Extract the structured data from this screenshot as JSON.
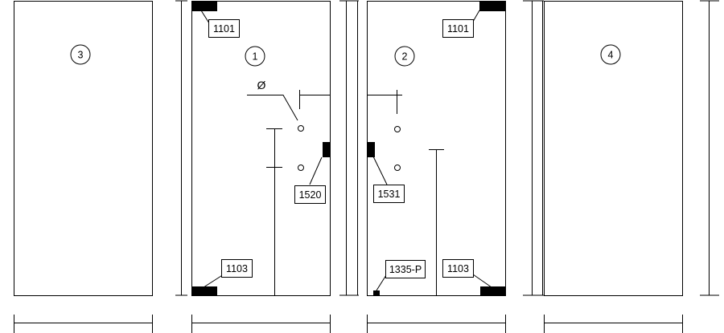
{
  "panels": [
    {
      "number": "3"
    },
    {
      "number": "1"
    },
    {
      "number": "2"
    },
    {
      "number": "4"
    }
  ],
  "callouts": {
    "hinge_top_left": "1101",
    "hinge_top_right": "1101",
    "hinge_bottom_left": "1103",
    "hinge_bottom_right": "1103",
    "handle_left": "1520",
    "handle_right": "1531",
    "floor_lock": "1335-P"
  },
  "hole_symbol": "Ø",
  "colors": {
    "line": "#000000",
    "fitting": "#000000",
    "background": "#ffffff"
  }
}
